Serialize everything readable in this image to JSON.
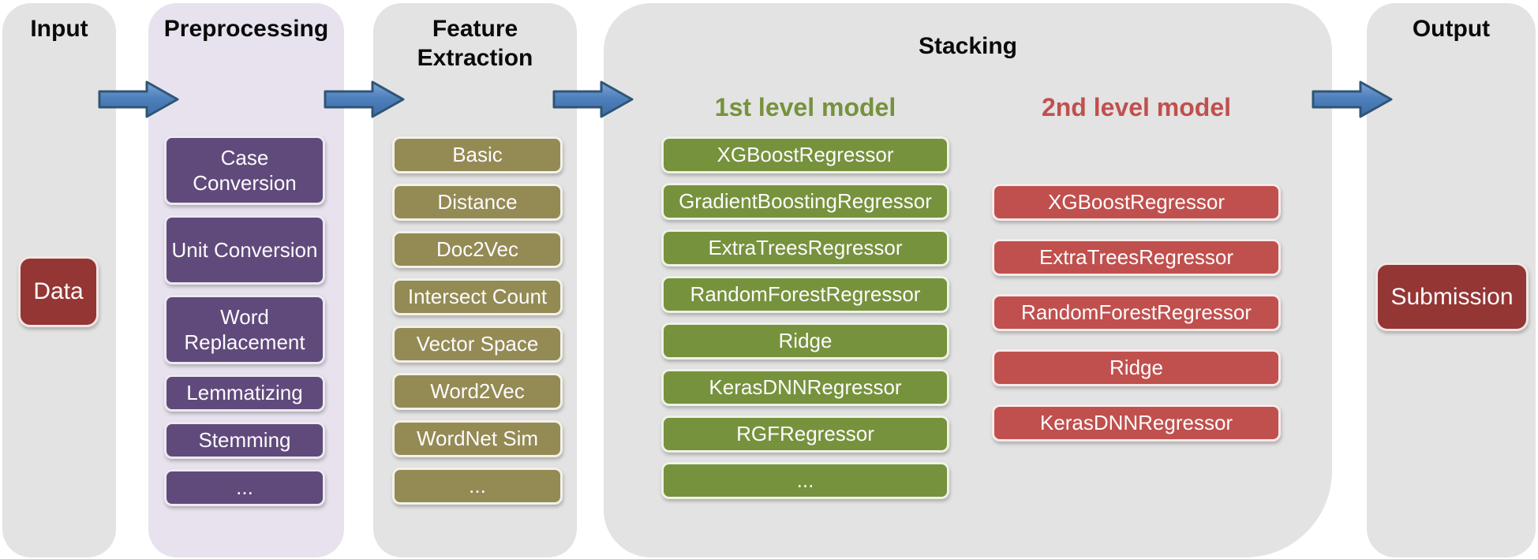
{
  "stages": {
    "input": {
      "title": "Input",
      "item": "Data"
    },
    "preprocessing": {
      "title": "Preprocessing",
      "items": [
        "Case Conversion",
        "Unit Conversion",
        "Word Replacement",
        "Lemmatizing",
        "Stemming",
        "..."
      ]
    },
    "feature_extraction": {
      "title": "Feature Extraction",
      "items": [
        "Basic",
        "Distance",
        "Doc2Vec",
        "Intersect Count",
        "Vector Space",
        "Word2Vec",
        "WordNet Sim",
        "..."
      ]
    },
    "stacking": {
      "title": "Stacking",
      "first_level": {
        "title": "1st level model",
        "items": [
          "XGBoostRegressor",
          "GradientBoostingRegressor",
          "ExtraTreesRegressor",
          "RandomForestRegressor",
          "Ridge",
          "KerasDNNRegressor",
          "RGFRegressor",
          "..."
        ]
      },
      "second_level": {
        "title": "2nd level model",
        "items": [
          "XGBoostRegressor",
          "ExtraTreesRegressor",
          "RandomForestRegressor",
          "Ridge",
          "KerasDNNRegressor"
        ]
      }
    },
    "output": {
      "title": "Output",
      "item": "Submission"
    }
  },
  "colors": {
    "column_gray": "#e3e3e3",
    "preprocessing_lavender": "#e7e2ee",
    "preprocessing_box_purple": "#604a7b",
    "feature_box_olive": "#948a54",
    "first_level_green": "#76923c",
    "second_level_red": "#c0504d",
    "io_box_dark_red": "#943634",
    "arrow_blue_fill": "#4f81bd",
    "arrow_blue_border": "#2f5576"
  }
}
